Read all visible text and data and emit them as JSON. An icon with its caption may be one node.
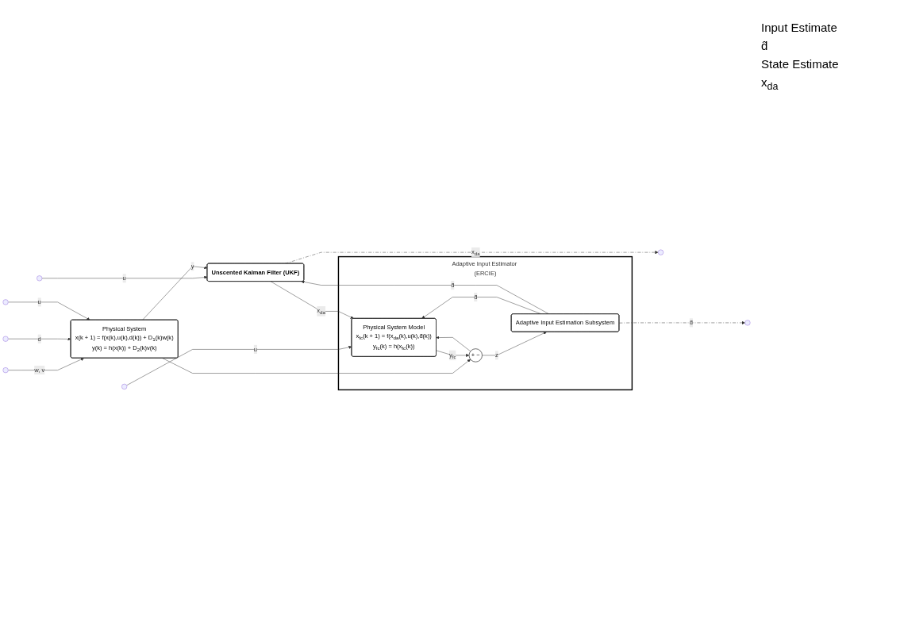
{
  "diagram": {
    "nodes": [
      {
        "text": [
          "Physical System",
          "x(k + 1) = f(x(k),u(k),d(k)) + D$_{1}$(k)w(k)",
          "y(k) = h(x(k)) + D$_{2}$(k)v(k)"
        ]
      },
      {
        "text": [
          "Adaptive Input Estimator (ERCIE)"
        ]
      },
      {
        "text": [
          "Physical System Model",
          "x$_{fc}$(k + 1) = f(x$_{da}$(k),u(k),d̂(k))",
          "y$_{fc}$(k) = h(x$_{fc}$(k))"
        ],
        "in": 1
      },
      {
        "text": [
          "+",
          "−"
        ],
        "in": 1
      },
      {
        "text": [
          "Adaptive Input Estimation Subsystem"
        ],
        "in": 1
      },
      {
        "text": [
          "Unscented Kalman Filter (UKF)"
        ]
      }
    ],
    "edges": [
      {
        "from": null,
        "to": 0,
        "arrow": "to",
        "label": "w, v"
      },
      {
        "from": null,
        "to": 0,
        "arrow": "to",
        "label": "d"
      },
      {
        "from": null,
        "to": 0,
        "arrow": "to",
        "label": "u"
      },
      {
        "from": null,
        "to": 2,
        "arrow": "to",
        "label": "u"
      },
      {
        "from": null,
        "to": 5,
        "arrow": "to",
        "label": "u"
      },
      {
        "from": 0,
        "to": 5,
        "arrow": "to",
        "label": "y"
      },
      {
        "from": 0,
        "to": 3,
        "arrow": "to"
      },
      {
        "from": 2,
        "to": 3,
        "arrow": "to",
        "label": "y$_{fc}$"
      },
      {
        "from": 3,
        "to": 4,
        "arrow": "to",
        "label": "z"
      },
      {
        "from": 3,
        "to": 2,
        "arrow": "to"
      },
      {
        "from": 4,
        "to": 2,
        "arrow": "to",
        "label": "d̂"
      },
      {
        "from": 4,
        "to": 5,
        "arrow": "to",
        "label": "d̂"
      },
      {
        "from": 4,
        "to": null,
        "arrow": "to",
        "label": "d̂",
        "style": "dashed"
      },
      {
        "from": 5,
        "to": 2,
        "arrow": "to",
        "label": "x$_{da}$"
      },
      {
        "from": 5,
        "to": null,
        "arrow": "to",
        "label": "x$_{da}$",
        "style": "dashed"
      }
    ],
    "labels": [
      "Input Estimate",
      "d̂",
      "State Estimate",
      "x$_{da}$"
    ]
  }
}
